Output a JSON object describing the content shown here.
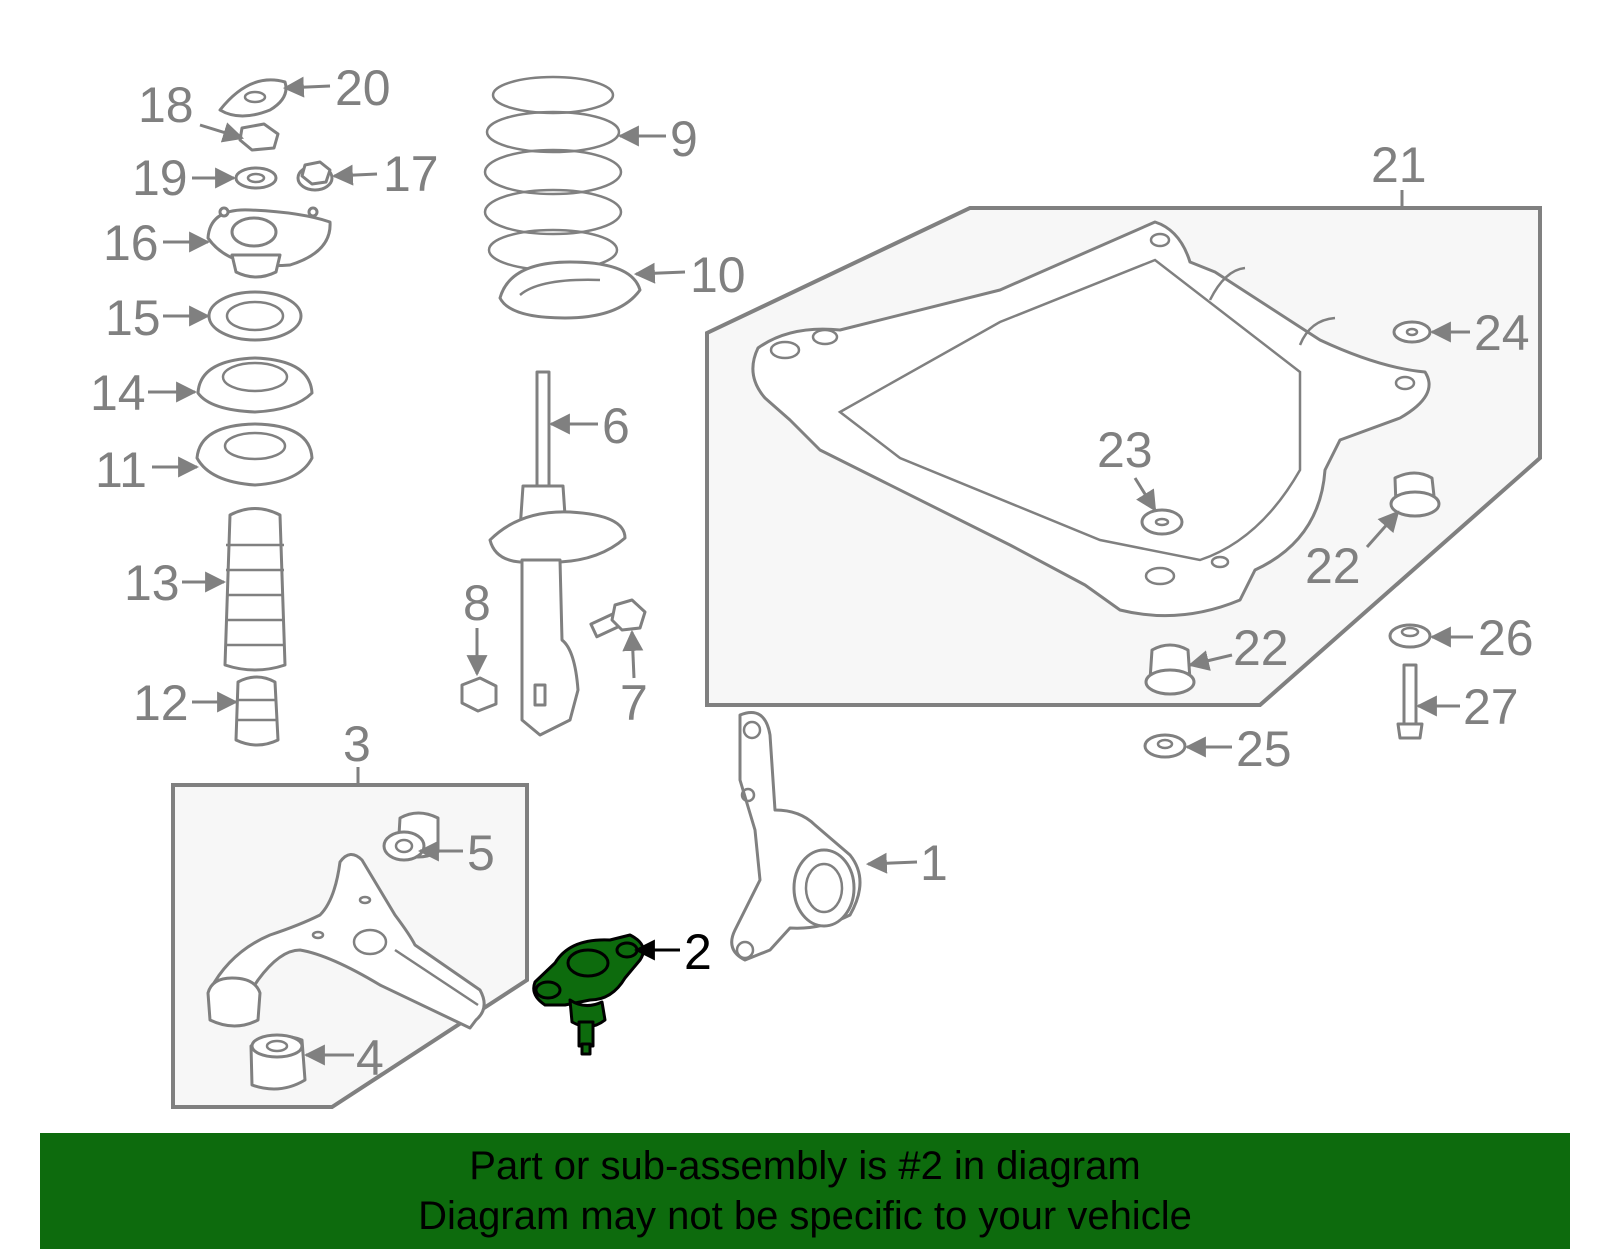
{
  "labels": {
    "p1": "1",
    "p2": "2",
    "p3": "3",
    "p4": "4",
    "p5": "5",
    "p6": "6",
    "p7": "7",
    "p8": "8",
    "p9": "9",
    "p10": "10",
    "p11": "11",
    "p12": "12",
    "p13": "13",
    "p14": "14",
    "p15": "15",
    "p16": "16",
    "p17": "17",
    "p18": "18",
    "p19": "19",
    "p20": "20",
    "p21": "21",
    "p22a": "22",
    "p22b": "22",
    "p23": "23",
    "p24": "24",
    "p25": "25",
    "p26": "26",
    "p27": "27"
  },
  "highlighted_part": "2",
  "colors": {
    "highlight": "#0d6b0d",
    "line": "#808080",
    "box_fill": "#f7f7f7"
  },
  "banner": {
    "line1": "Part or sub-assembly is #2 in diagram",
    "line2": "Diagram may not be specific to your vehicle"
  }
}
